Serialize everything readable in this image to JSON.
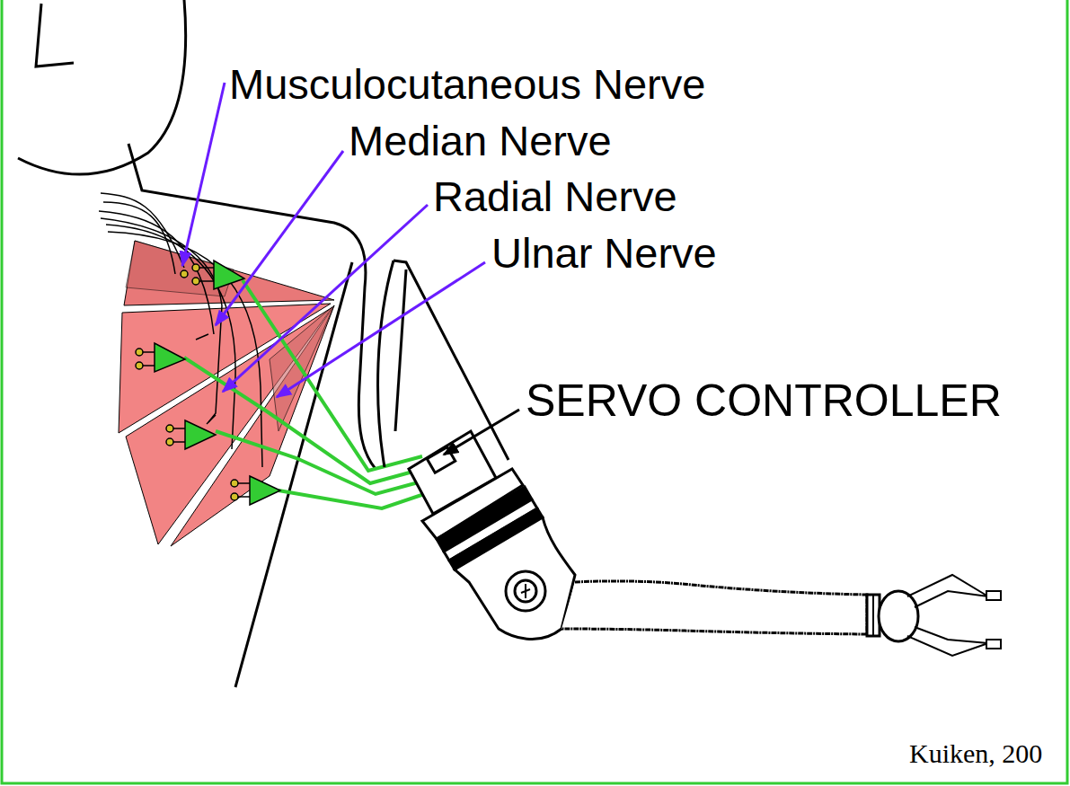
{
  "diagram": {
    "labels": [
      "Musculocutaneous Nerve",
      "Median Nerve",
      "Radial Nerve",
      "Ulnar Nerve",
      "SERVO CONTROLLER",
      "Kuiken, 200"
    ]
  }
}
